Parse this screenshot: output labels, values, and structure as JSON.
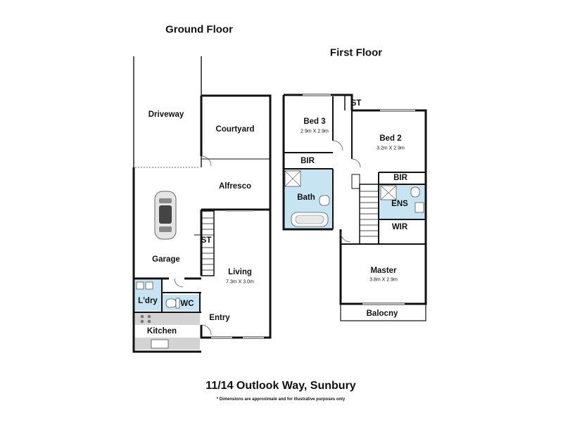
{
  "ground_floor": {
    "title": "Ground Floor",
    "rooms": {
      "driveway": "Driveway",
      "courtyard": "Courtyard",
      "alfresco": "Alfresco",
      "garage": "Garage",
      "st": "ST",
      "living": "Living",
      "living_dim": "7.3m X 3.0m",
      "laundry": "L'dry",
      "wc": "WC",
      "kitchen": "Kitchen",
      "entry": "Entry"
    }
  },
  "first_floor": {
    "title": "First Floor",
    "rooms": {
      "bed3": "Bed 3",
      "bed3_dim": "2.9m X 2.9m",
      "st": "ST",
      "bed2": "Bed 2",
      "bed2_dim": "3.2m X 2.9m",
      "bir_left": "BIR",
      "bir_right": "BIR",
      "bath": "Bath",
      "ens": "ENS",
      "wir": "WIR",
      "master": "Master",
      "master_dim": "3.8m X 2.9m",
      "balcony": "Balocny"
    }
  },
  "footer": {
    "address": "11/14 Outlook Way, Sunbury",
    "disclaimer": "* Dimensions are approximate and for illustrative purposes only"
  },
  "colors": {
    "wet_area": "#c6e4f1",
    "wall": "#111111",
    "kitchen_bench": "#d3d3d3"
  }
}
